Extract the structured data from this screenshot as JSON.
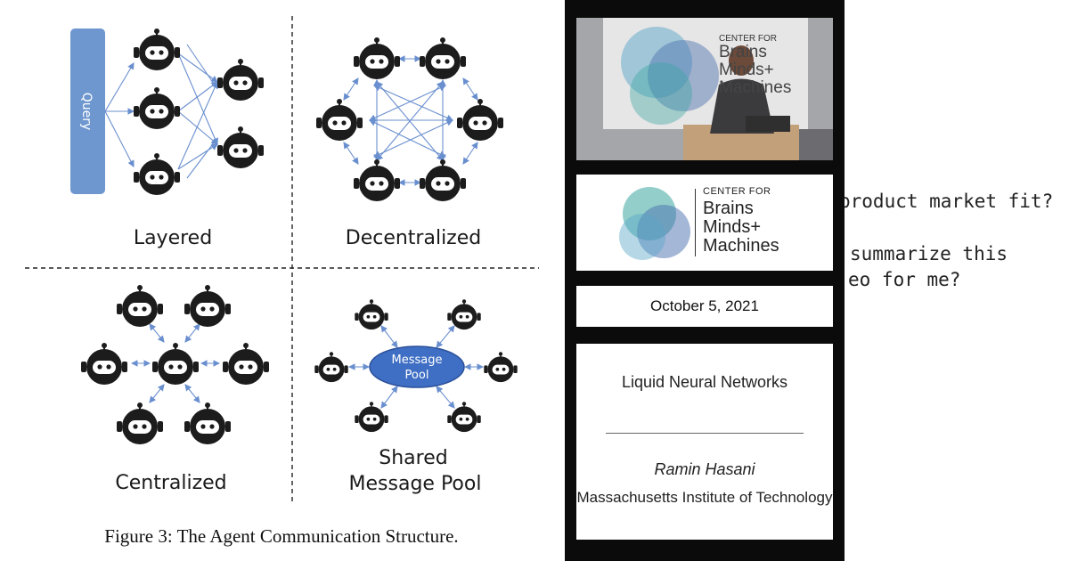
{
  "diagram": {
    "query_label": "Query",
    "panels": {
      "layered": "Layered",
      "decentralized": "Decentralized",
      "centralized": "Centralized",
      "shared_line1": "Shared",
      "shared_line2": "Message Pool"
    },
    "pool_line1": "Message",
    "pool_line2": "Pool",
    "caption": "Figure 3: The Agent Communication Structure."
  },
  "video": {
    "frame_logo": {
      "small": "CENTER FOR",
      "big_lines": [
        "Brains",
        "Minds+",
        "Machines"
      ]
    },
    "logo": {
      "small": "CENTER FOR",
      "big_lines": [
        "Brains",
        "Minds+",
        "Machines"
      ]
    },
    "date": "October 5, 2021",
    "talk_title": "Liquid Neural Networks",
    "speaker": "Ramin Hasani",
    "institution": "Massachusetts Institute of Technology"
  },
  "handwriting": [
    "product market fit?",
    "summarize this",
    "eo for me?"
  ],
  "colors": {
    "accent_blue": "#6a8fcf",
    "query_box": "#6f97cf",
    "pool_fill": "#3f6fc4",
    "robot": "#1c1c1c",
    "logo_teal": "#3aa6a0",
    "logo_blue": "#4a6fb0"
  }
}
